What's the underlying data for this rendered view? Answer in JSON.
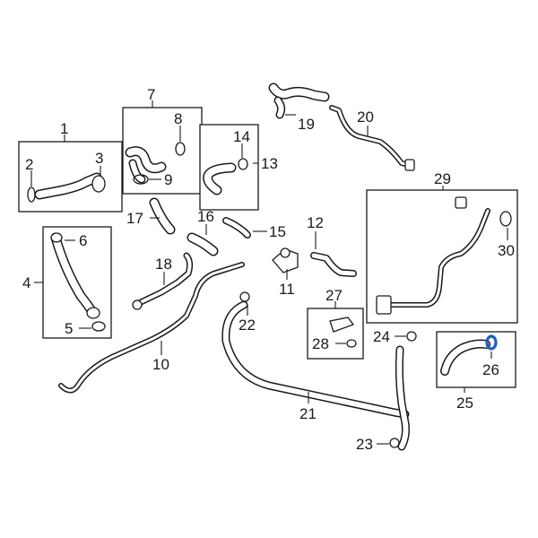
{
  "callouts": {
    "c1": "1",
    "c2": "2",
    "c3": "3",
    "c4": "4",
    "c5": "5",
    "c6": "6",
    "c7": "7",
    "c8": "8",
    "c9": "9",
    "c10": "10",
    "c11": "11",
    "c12": "12",
    "c13": "13",
    "c14": "14",
    "c15": "15",
    "c16": "16",
    "c17": "17",
    "c18": "18",
    "c19": "19",
    "c20": "20",
    "c21": "21",
    "c22": "22",
    "c23": "23",
    "c24": "24",
    "c25": "25",
    "c26": "26",
    "c27": "27",
    "c28": "28",
    "c29": "29",
    "c30": "30"
  },
  "colors": {
    "line": "#1a1a1a",
    "highlight": "#1f5fbf",
    "background": "#ffffff"
  },
  "highlighted_part": "26"
}
